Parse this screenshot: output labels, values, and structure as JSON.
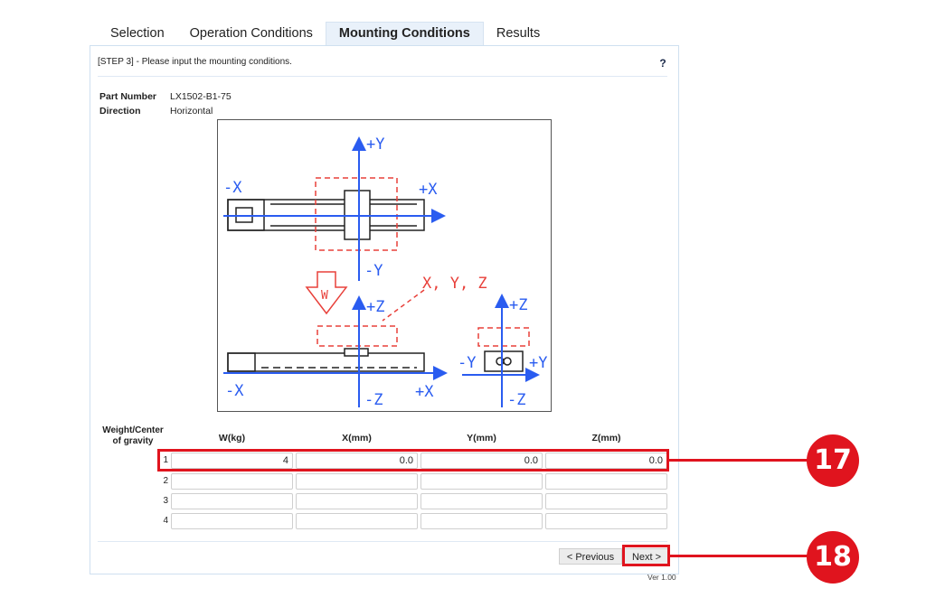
{
  "tabs": [
    {
      "label": "Selection",
      "active": false
    },
    {
      "label": "Operation Conditions",
      "active": false
    },
    {
      "label": "Mounting Conditions",
      "active": true
    },
    {
      "label": "Results",
      "active": false
    }
  ],
  "header": {
    "step_text": "[STEP 3] - Please input the mounting conditions.",
    "help_icon": "?"
  },
  "info": {
    "part_number_label": "Part Number",
    "part_number_value": "LX1502-B1-75",
    "direction_label": "Direction",
    "direction_value": "Horizontal"
  },
  "diagram": {
    "top_view": {
      "axis_labels": [
        "+Y",
        "-Y",
        "-X",
        "+X"
      ]
    },
    "side_view": {
      "axis_labels": [
        "+Z",
        "-Z",
        "-X",
        "+X"
      ],
      "weight_label": "W",
      "cog_label": "X, Y, Z"
    },
    "end_view": {
      "axis_labels": [
        "+Z",
        "-Z",
        "-Y",
        "+Y"
      ]
    },
    "colors": {
      "axis": "#2a5cf0",
      "cog": "#e8403a",
      "part": "#222222"
    }
  },
  "table": {
    "row_label": "Weight/Center of gravity",
    "row_label_line1": "Weight/Center",
    "row_label_line2": "of gravity",
    "columns": [
      "W(kg)",
      "X(mm)",
      "Y(mm)",
      "Z(mm)"
    ],
    "rows": [
      {
        "no": "1",
        "w": "4",
        "x": "0.0",
        "y": "0.0",
        "z": "0.0"
      },
      {
        "no": "2",
        "w": "",
        "x": "",
        "y": "",
        "z": ""
      },
      {
        "no": "3",
        "w": "",
        "x": "",
        "y": "",
        "z": ""
      },
      {
        "no": "4",
        "w": "",
        "x": "",
        "y": "",
        "z": ""
      }
    ]
  },
  "buttons": {
    "previous": "< Previous",
    "next": "Next >"
  },
  "footer": {
    "version": "Ver 1.00"
  },
  "callouts": [
    {
      "number": "17",
      "target": "row-1-inputs"
    },
    {
      "number": "18",
      "target": "next-button"
    }
  ],
  "accent_color": "#e0141e"
}
